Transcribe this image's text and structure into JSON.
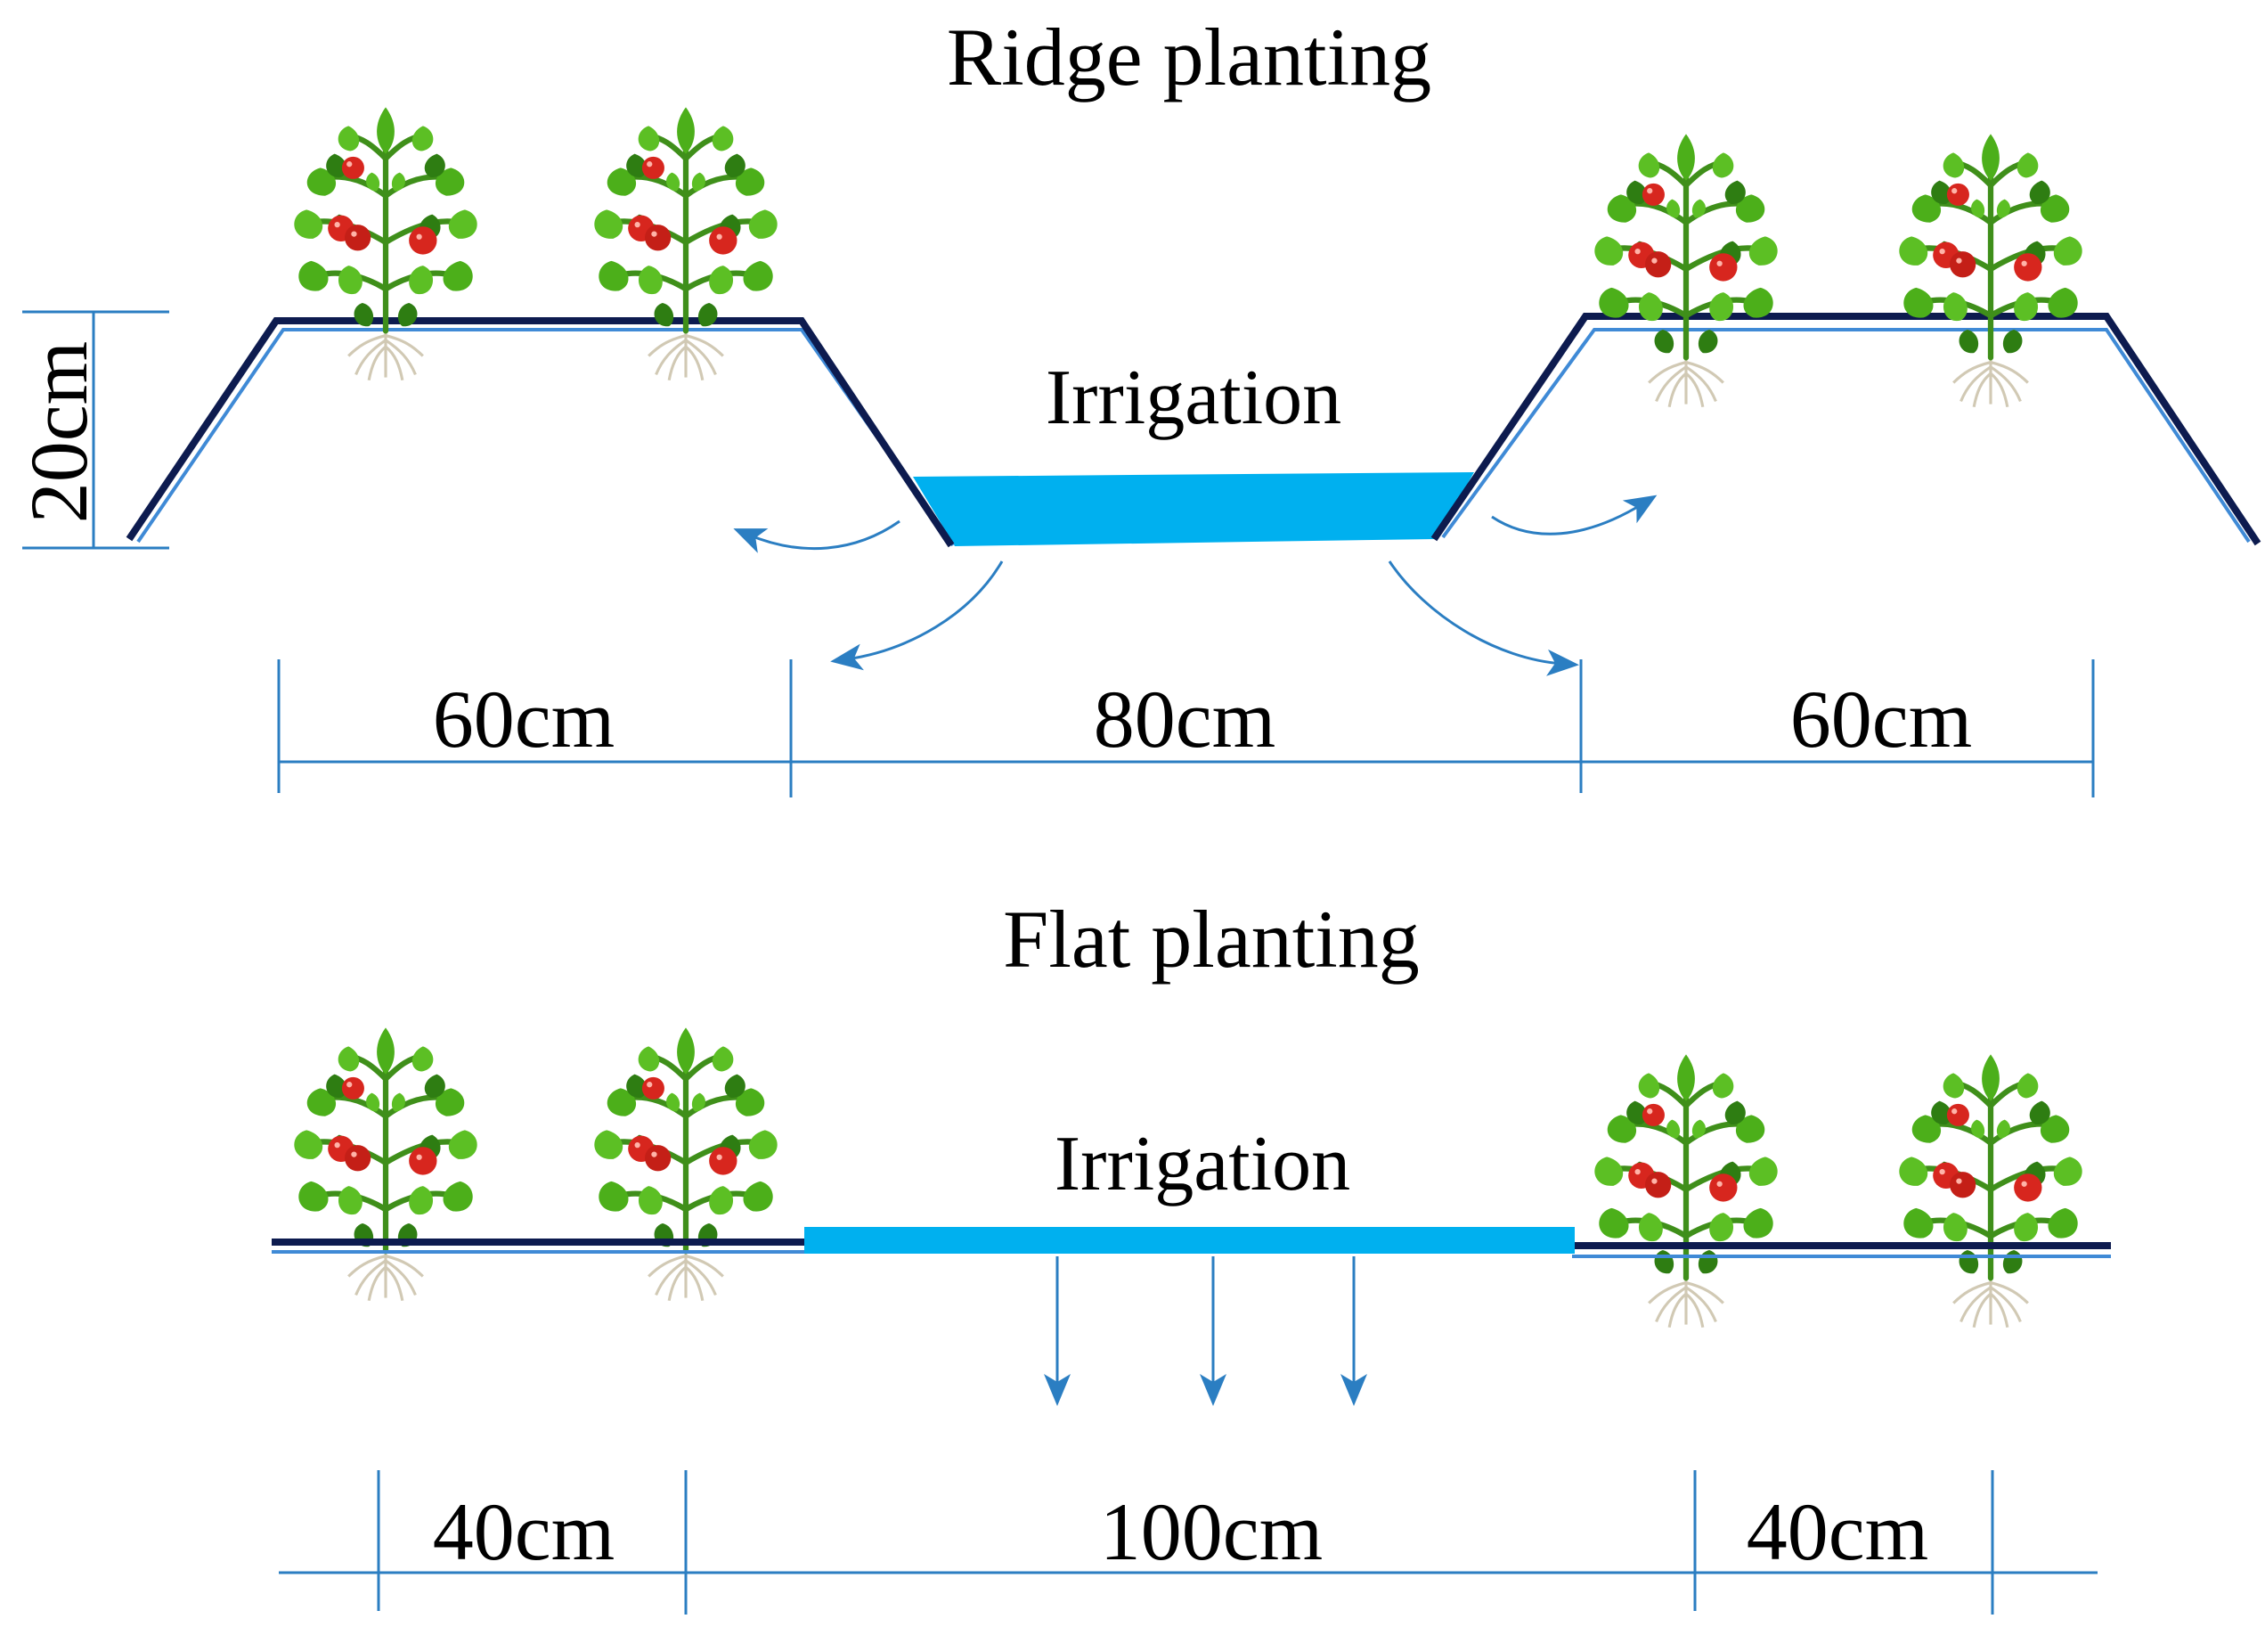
{
  "ridge": {
    "title": "Ridge planting",
    "irrigation_label": "Irrigation",
    "height_label": "20cm",
    "dims": [
      "60cm",
      "80cm",
      "60cm"
    ]
  },
  "flat": {
    "title": "Flat planting",
    "irrigation_label": "Irrigation",
    "dims": [
      "40cm",
      "100cm",
      "40cm"
    ]
  },
  "colors": {
    "soil_line": "#0d1b4f",
    "soil_line_light": "#3f8ad6",
    "water": "#00b0ef",
    "arrow": "#2b7ec2",
    "dim_line": "#2b7ec2",
    "leaf": "#4caf1a",
    "leaf_dark": "#2e7d12",
    "stem": "#3f8f1a",
    "tomato": "#d7261e",
    "root": "#c9c0a8"
  },
  "icons": {
    "plant": "tomato-plant-icon",
    "arrow": "water-flow-arrow-icon"
  }
}
